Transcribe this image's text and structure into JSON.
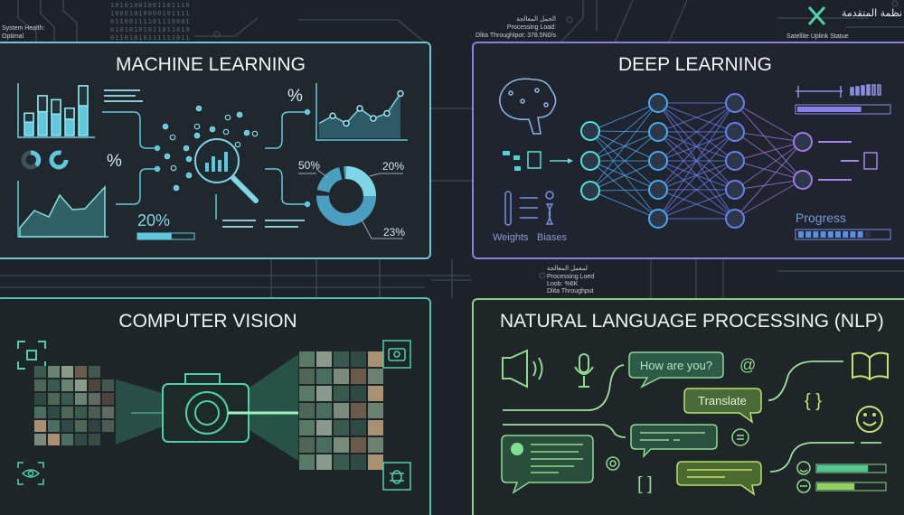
{
  "header": {
    "system_health_label": "System Health:",
    "system_health_value": "Optimal",
    "binary_rows": [
      "10101001001101110",
      "10001010000101111",
      "01100111101110001",
      "01010101011011010",
      "01101010111111011"
    ],
    "status_top_arabic": "الحمل المعالجة",
    "status_top_line1": "Processing Load:",
    "status_top_line2": "Dlita Throughlpot: 378.5N0/s",
    "satellite_label": "Satellite Uplink Statue",
    "arabic_title": "نظمة المتقدمة",
    "status_mid_arabic": "لمعمل المعالجة",
    "status_mid_line1": "Processing Loed",
    "status_mid_line2": "Loob: %6K",
    "status_mid_line3": "Dlita Throughput"
  },
  "panels": {
    "ml": {
      "title": "MACHINE LEARNING",
      "percent_symbol_1": "%",
      "percent_symbol_2": "%",
      "progress_label": "20%",
      "progress_fill": 0.6,
      "donut_labels": [
        "50%",
        "20%",
        "23%"
      ],
      "bar_values": [
        0.45,
        0.8,
        0.72,
        0.55,
        1.0
      ],
      "line_values": [
        0.3,
        0.45,
        0.3,
        0.6,
        0.4,
        0.5,
        0.9
      ]
    },
    "dl": {
      "title": "DEEP LEARNING",
      "weights_label": "Weights",
      "biases_label": "Biases",
      "progress_label": "Progress",
      "top_bar_fill": 0.7,
      "progress_segments_filled": 9,
      "progress_segments_total": 10,
      "layers": [
        3,
        5,
        5,
        2
      ]
    },
    "cv": {
      "title": "COMPUTER VISION"
    },
    "nlp": {
      "title": "NATURAL LANGUAGE PROCESSING (NLP)",
      "bubble_question": "How are you?",
      "bubble_translate": "Translate",
      "at_symbol": "@",
      "braces": "{ }",
      "brackets": "[ ]",
      "sentiment_positive": 0.75,
      "sentiment_neutral": 0.55
    }
  },
  "colors": {
    "ml": "#5fc8dc",
    "dl": "#8d7fe0",
    "cv": "#4fd1a8",
    "nlp": "#a6d86a",
    "bg": "#1c2228"
  }
}
